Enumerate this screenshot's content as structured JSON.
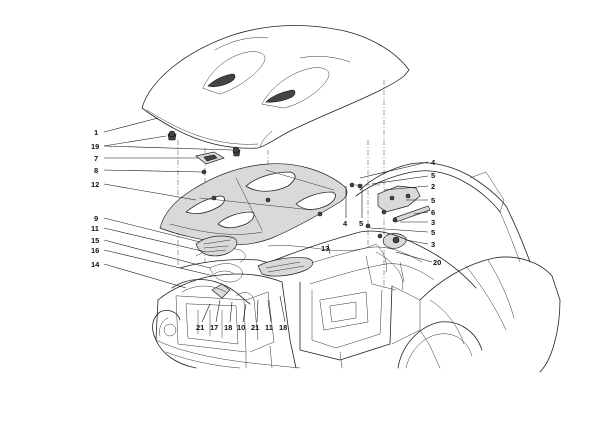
{
  "callouts": [
    {
      "id": "c1",
      "text": "1"
    },
    {
      "id": "c19",
      "text": "19"
    },
    {
      "id": "c7",
      "text": "7"
    },
    {
      "id": "c8",
      "text": "8"
    },
    {
      "id": "c12",
      "text": "12"
    },
    {
      "id": "c9",
      "text": "9"
    },
    {
      "id": "c11a",
      "text": "11"
    },
    {
      "id": "c15",
      "text": "15"
    },
    {
      "id": "c16",
      "text": "16"
    },
    {
      "id": "c14",
      "text": "14"
    },
    {
      "id": "c13",
      "text": "13"
    },
    {
      "id": "c4a",
      "text": "4"
    },
    {
      "id": "c5a",
      "text": "5"
    },
    {
      "id": "c2",
      "text": "2"
    },
    {
      "id": "c5b",
      "text": "5"
    },
    {
      "id": "c6",
      "text": "6"
    },
    {
      "id": "c3a",
      "text": "3"
    },
    {
      "id": "c5c",
      "text": "5"
    },
    {
      "id": "c3b",
      "text": "3"
    },
    {
      "id": "c4b",
      "text": "4"
    },
    {
      "id": "c5d",
      "text": "5"
    },
    {
      "id": "c20",
      "text": "20"
    },
    {
      "id": "c21a",
      "text": "21"
    },
    {
      "id": "c17",
      "text": "17"
    },
    {
      "id": "c18a",
      "text": "18"
    },
    {
      "id": "c10",
      "text": "10"
    },
    {
      "id": "c21b",
      "text": "21"
    },
    {
      "id": "c11b",
      "text": "11"
    },
    {
      "id": "c18b",
      "text": "18"
    }
  ]
}
